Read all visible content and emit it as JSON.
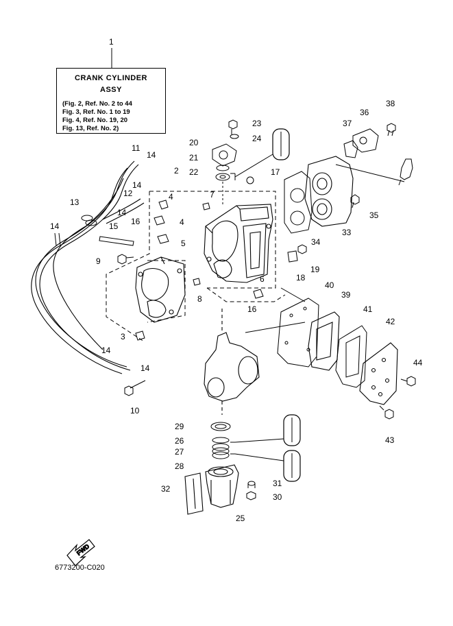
{
  "title_box": {
    "line1": "CRANK CYLINDER",
    "line2": "ASSY",
    "refs": [
      "(Fig. 2, Ref. No. 2 to 44",
      "Fig. 3, Ref. No. 1 to 19",
      "Fig. 4, Ref. No. 19, 20",
      "Fig. 13, Ref. No. 2)"
    ]
  },
  "fwd_label": "FWD",
  "drawing_code": "6773200-C020",
  "part_numbers": [
    "1",
    "2",
    "3",
    "4",
    "4",
    "5",
    "6",
    "7",
    "8",
    "9",
    "10",
    "11",
    "12",
    "13",
    "14",
    "14",
    "14",
    "14",
    "14",
    "14",
    "15",
    "16",
    "16",
    "17",
    "18",
    "19",
    "20",
    "21",
    "22",
    "23",
    "24",
    "25",
    "26",
    "27",
    "28",
    "29",
    "30",
    "31",
    "32",
    "33",
    "34",
    "35",
    "36",
    "37",
    "38",
    "39",
    "40",
    "41",
    "42",
    "43",
    "44"
  ]
}
